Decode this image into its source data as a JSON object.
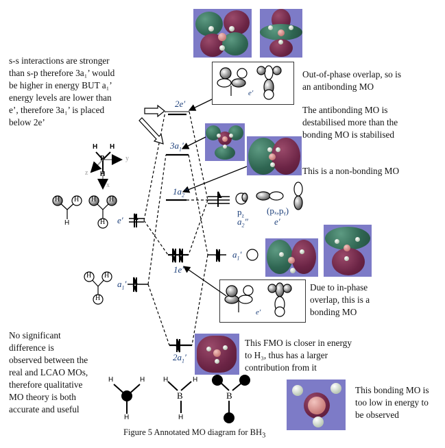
{
  "figure": {
    "caption": "Figure 5 Annotated MO diagram for BH",
    "caption_sub": "3"
  },
  "annotations": {
    "ss_interactions": [
      "s-s interactions are stronger",
      "than s-p therefore 3a₁’ would",
      "be higher in energy BUT a₁’",
      "energy levels are lower than",
      "e’, therefore 3a₁’ is placed",
      "below 2e’"
    ],
    "out_of_phase": [
      "Out-of-phase overlap, so is",
      "an antibonding MO"
    ],
    "destabilised": [
      "The antibonding MO is",
      "destabilised more than the",
      "bonding MO is stabilised"
    ],
    "non_bonding": "This is a non-bonding MO",
    "in_phase": [
      "Due to in-phase",
      "overlap, this is a",
      "bonding MO"
    ],
    "fmo": [
      "This FMO is closer in energy",
      "to H₃, thus has a larger",
      "contribution from it"
    ],
    "no_difference": [
      "No significant",
      "difference is",
      "observed between the",
      "real and LCAO MOs,",
      "therefore qualitative",
      "MO theory is both",
      "accurate and useful"
    ],
    "too_low": [
      "This bonding MO is",
      "too low in energy to",
      "be observed"
    ]
  },
  "mo_levels": {
    "e2": "2e′",
    "a1_3": "3a",
    "a2_1": "1a",
    "e1": "1e′",
    "a1_2": "2a"
  },
  "fragment_labels": {
    "h3_e": "e′",
    "h3_a1": "a",
    "b_a1": "a",
    "b_pz": "p",
    "b_pz_sym": "a",
    "b_pxpy": "(pₓ,pᵧ)",
    "b_pxpy_sym": "e′",
    "box_top_sym": "e′",
    "box_bottom_sym": "e′"
  },
  "axes": {
    "x": "x",
    "y": "y",
    "z": "z"
  },
  "atoms": {
    "B": "B",
    "H": "H"
  },
  "colors": {
    "orbital_background": "#7d7bc7",
    "positive_lobe": "#2f6652",
    "negative_lobe": "#6b2445",
    "label_blue": "#1c3f7a"
  }
}
